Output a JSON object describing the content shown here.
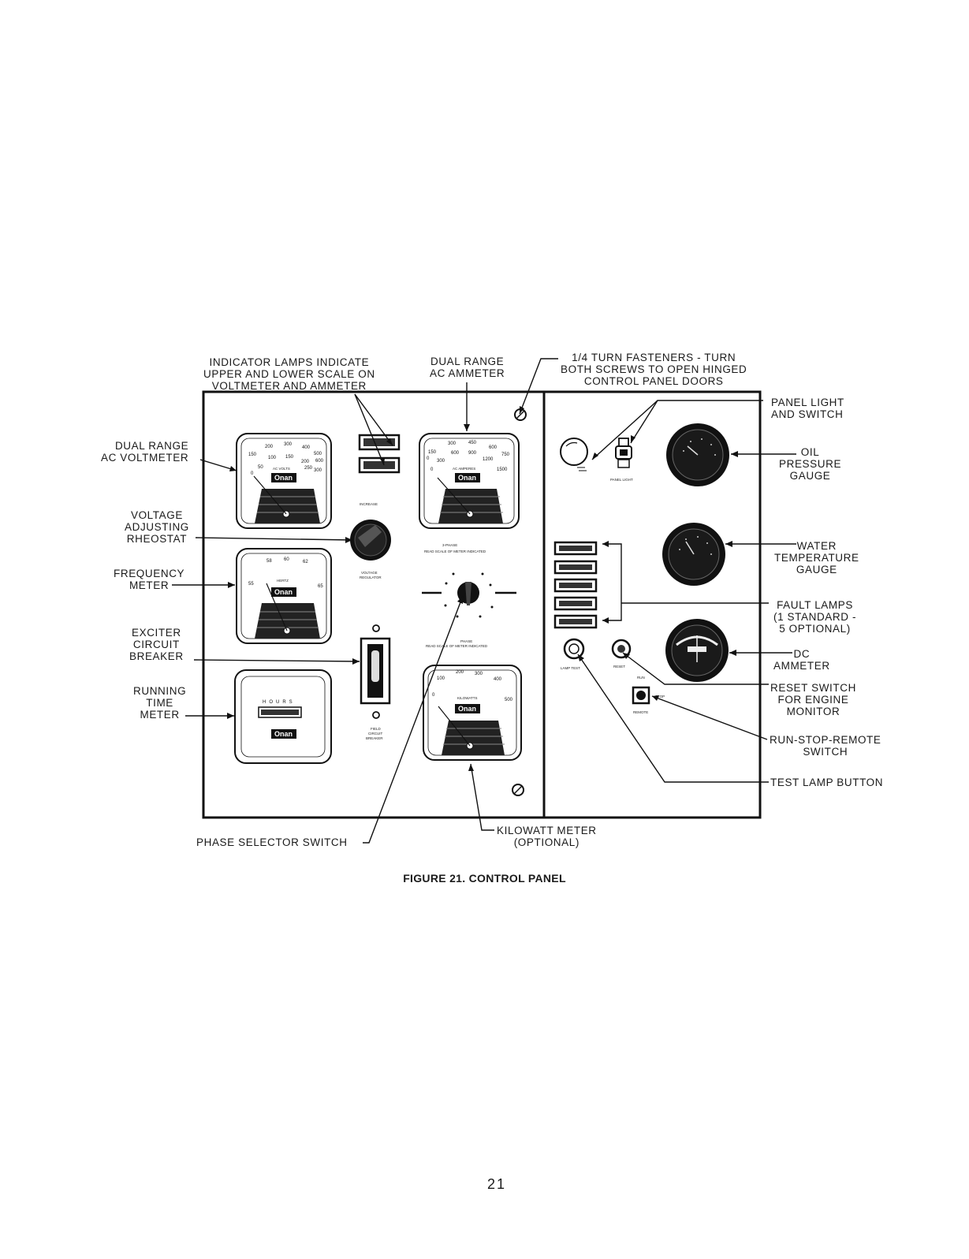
{
  "labels": {
    "indicator_lamps": "INDICATOR LAMPS INDICATE\nUPPER AND LOWER SCALE ON\nVOLTMETER AND AMMETER",
    "ac_ammeter": "DUAL RANGE\nAC AMMETER",
    "fasteners": "1/4 TURN FASTENERS - TURN\nBOTH SCREWS TO OPEN HINGED\nCONTROL PANEL DOORS",
    "panel_light": "PANEL LIGHT\nAND SWITCH",
    "oil_pressure": "OIL\nPRESSURE\nGAUGE",
    "water_temp": "WATER\nTEMPERATURE\nGAUGE",
    "fault_lamps": "FAULT LAMPS\n(1 STANDARD -\n5 OPTIONAL)",
    "dc_ammeter": "DC\nAMMETER",
    "reset_switch": "RESET SWITCH\nFOR ENGINE\nMONITOR",
    "run_stop": "RUN-STOP-REMOTE\nSWITCH",
    "test_lamp": "TEST LAMP BUTTON",
    "ac_voltmeter": "DUAL RANGE\nAC VOLTMETER",
    "voltage_rheostat": "VOLTAGE\nADJUSTING\nRHEOSTAT",
    "frequency_meter": "FREQUENCY\nMETER",
    "exciter_breaker": "EXCITER\nCIRCUIT\nBREAKER",
    "running_time": "RUNNING\nTIME\nMETER",
    "phase_selector": "PHASE SELECTOR SWITCH",
    "kilowatt_meter": "KILOWATT METER\n(OPTIONAL)"
  },
  "panel_text": {
    "voltmeter_scale_upper": [
      "200",
      "300",
      "400",
      "500",
      "600"
    ],
    "voltmeter_scale_lower": [
      "50",
      "100",
      "150",
      "200",
      "250",
      "300"
    ],
    "voltmeter_unit": "AC VOLTS",
    "ammeter_scale_upper": [
      "300",
      "450",
      "600",
      "750"
    ],
    "ammeter_scale_mid": [
      "600",
      "900",
      "1200",
      "1500"
    ],
    "ammeter_scale_lower": [
      "150",
      "300"
    ],
    "ammeter_unit": "AC AMPERES",
    "frequency_scale": [
      "55",
      "58",
      "60",
      "62",
      "65"
    ],
    "frequency_unit": "HERTZ",
    "kilowatt_scale": [
      "0",
      "100",
      "200",
      "300",
      "400",
      "500"
    ],
    "kilowatt_unit": "KILOWATTS",
    "running_time_unit": "HOURS",
    "brand": "Onan",
    "zero": "0"
  },
  "caption": "FIGURE 21. CONTROL PANEL",
  "page_number": "21"
}
